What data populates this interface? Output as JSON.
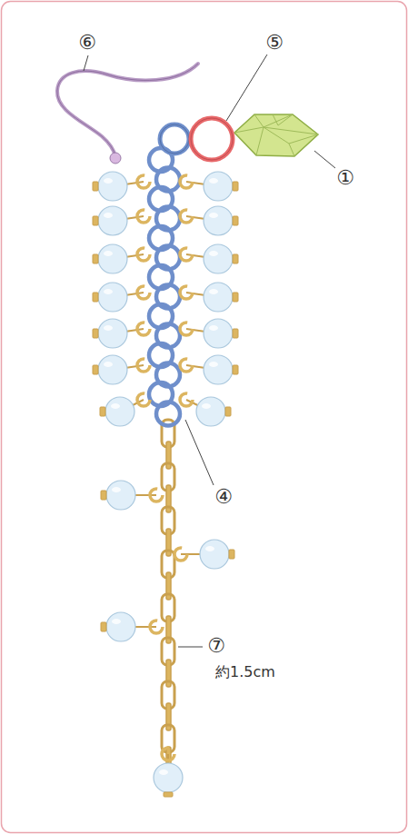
{
  "diagram": {
    "labels": [
      "⑥",
      "⑤",
      "①",
      "④",
      "⑦",
      "約1.5cm"
    ]
  }
}
